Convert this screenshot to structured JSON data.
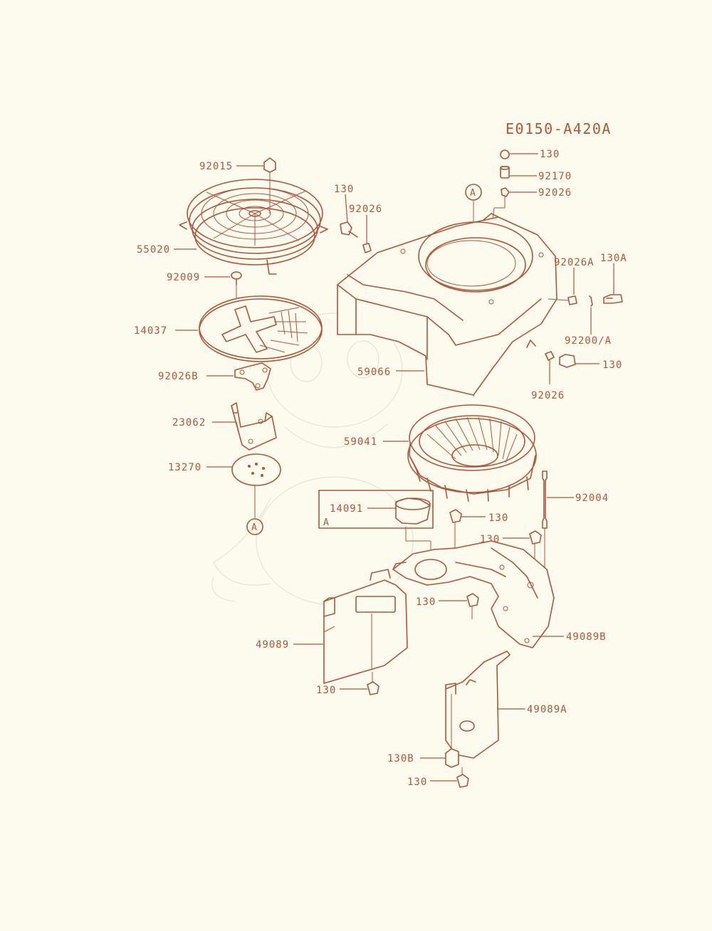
{
  "diagram_code": "E0150-A420A",
  "ref_marker": "A",
  "parts": {
    "p92015": "92015",
    "p55020": "55020",
    "p92009": "92009",
    "p14037": "14037",
    "p92026B": "92026B",
    "p23062": "23062",
    "p13270": "13270",
    "p130_top_left": "130",
    "p92026_top_left": "92026",
    "p130_top_right": "130",
    "p92170": "92170",
    "p92026_top_right": "92026",
    "p92026A": "92026A",
    "p130A": "130A",
    "p92200A": "92200/A",
    "p130_right": "130",
    "p92026_right": "92026",
    "p59066": "59066",
    "p59041": "59041",
    "p14091": "14091",
    "p130_mid": "130",
    "p92004": "92004",
    "p130_upper_shroud": "130",
    "p130_center": "130",
    "p49089": "49089",
    "p49089B": "49089B",
    "p130_bottom_left": "130",
    "p49089A": "49089A",
    "p130B": "130B",
    "p130_bottom": "130"
  },
  "inset_ref": "A",
  "colors": {
    "line": "#b0563a",
    "background": "#fcfbee"
  }
}
